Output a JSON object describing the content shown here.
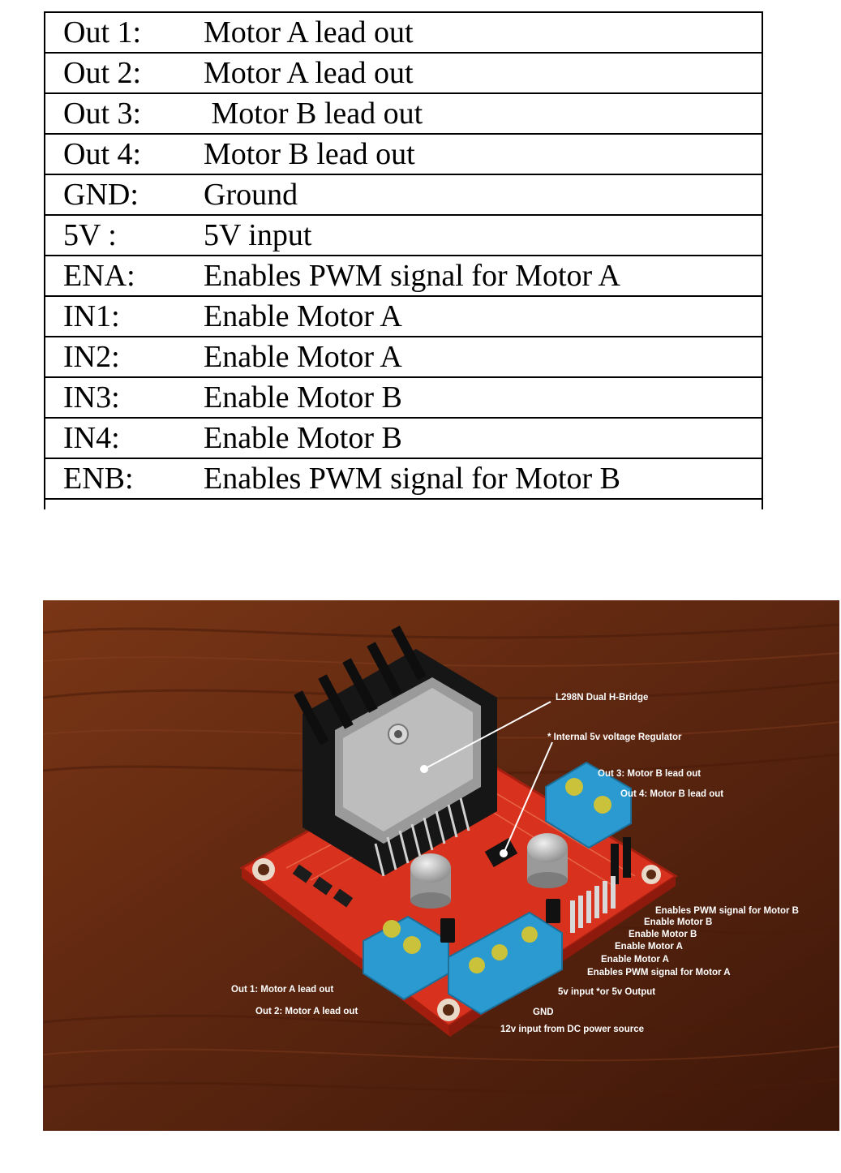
{
  "table": {
    "rows": [
      {
        "pin": "Out 1:",
        "desc": "Motor A lead out"
      },
      {
        "pin": "Out 2:",
        "desc": "Motor A lead out"
      },
      {
        "pin": "Out 3:",
        "desc": " Motor B lead out"
      },
      {
        "pin": "Out 4:",
        "desc": "Motor B lead out"
      },
      {
        "pin": "GND:",
        "desc": "Ground"
      },
      {
        "pin": "5V :",
        "desc": "5V input"
      },
      {
        "pin": "ENA:",
        "desc": "Enables PWM signal for Motor A"
      },
      {
        "pin": "IN1:",
        "desc": "Enable Motor A"
      },
      {
        "pin": "IN2:",
        "desc": "Enable Motor A"
      },
      {
        "pin": "IN3:",
        "desc": "Enable Motor B"
      },
      {
        "pin": "IN4:",
        "desc": "Enable Motor B"
      },
      {
        "pin": "ENB:",
        "desc": "Enables PWM signal for Motor B"
      }
    ]
  },
  "photo": {
    "callouts": {
      "bridge": "L298N Dual H-Bridge",
      "regulator": "* Internal 5v voltage Regulator",
      "out3": "Out 3: Motor B lead out",
      "out4": "Out 4: Motor B lead out",
      "enb": "Enables PWM signal for Motor B",
      "in4": "Enable Motor B",
      "in3": "Enable Motor B",
      "in2": "Enable Motor A",
      "in1": "Enable Motor A",
      "ena": "Enables PWM signal for Motor A",
      "out1": "Out 1: Motor A lead out",
      "v5": "5v input *or 5v Output",
      "out2": "Out 2: Motor A lead out",
      "gnd": "GND",
      "v12": "12v input from DC power source"
    },
    "colors": {
      "wood": "#6b2f14",
      "board": "#d8321e",
      "terminal": "#2a9ad0",
      "heatsink": "#161616"
    }
  }
}
